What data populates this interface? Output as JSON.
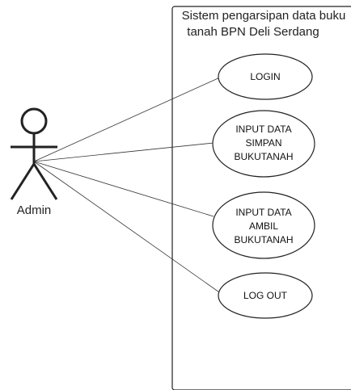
{
  "system": {
    "title_line1": "Sistem pengarsipan data buku",
    "title_line2": "tanah BPN Deli Serdang"
  },
  "actor": {
    "label": "Admin"
  },
  "use_cases": [
    {
      "id": "login",
      "lines": [
        "LOGIN"
      ]
    },
    {
      "id": "input-simpan",
      "lines": [
        "INPUT DATA",
        "SIMPAN",
        "BUKUTANAH"
      ]
    },
    {
      "id": "input-ambil",
      "lines": [
        "INPUT DATA",
        "AMBIL",
        "BUKUTANAH"
      ]
    },
    {
      "id": "logout",
      "lines": [
        "LOG OUT"
      ]
    }
  ]
}
